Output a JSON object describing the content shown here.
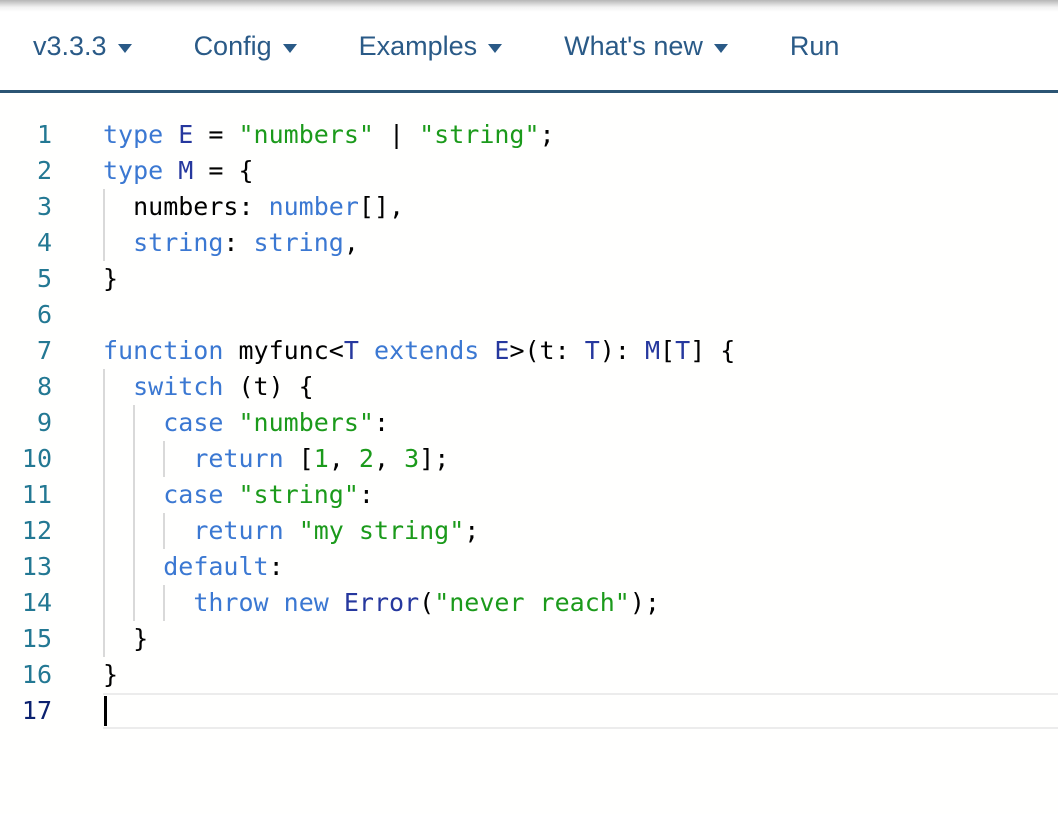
{
  "nav": {
    "items": [
      {
        "label": "v3.3.3",
        "dropdown": true
      },
      {
        "label": "Config",
        "dropdown": true
      },
      {
        "label": "Examples",
        "dropdown": true
      },
      {
        "label": "What's new",
        "dropdown": true
      },
      {
        "label": "Run",
        "dropdown": false
      }
    ]
  },
  "editor": {
    "language": "typescript",
    "cursor_line": 17,
    "lines": [
      {
        "number": "1",
        "guides": [],
        "tokens": [
          {
            "text": "type",
            "style": "keyword"
          },
          {
            "text": " ",
            "style": "plain"
          },
          {
            "text": "E",
            "style": "type"
          },
          {
            "text": " = ",
            "style": "plain"
          },
          {
            "text": "\"numbers\"",
            "style": "literal"
          },
          {
            "text": " | ",
            "style": "plain"
          },
          {
            "text": "\"string\"",
            "style": "literal"
          },
          {
            "text": ";",
            "style": "plain"
          }
        ]
      },
      {
        "number": "2",
        "guides": [],
        "tokens": [
          {
            "text": "type",
            "style": "keyword"
          },
          {
            "text": " ",
            "style": "plain"
          },
          {
            "text": "M",
            "style": "type"
          },
          {
            "text": " = {",
            "style": "plain"
          }
        ]
      },
      {
        "number": "3",
        "guides": [
          0
        ],
        "tokens": [
          {
            "text": "  numbers: ",
            "style": "plain"
          },
          {
            "text": "number",
            "style": "keyword"
          },
          {
            "text": "[],",
            "style": "plain"
          }
        ]
      },
      {
        "number": "4",
        "guides": [
          0
        ],
        "tokens": [
          {
            "text": "  ",
            "style": "plain"
          },
          {
            "text": "string",
            "style": "keyword"
          },
          {
            "text": ": ",
            "style": "plain"
          },
          {
            "text": "string",
            "style": "keyword"
          },
          {
            "text": ",",
            "style": "plain"
          }
        ]
      },
      {
        "number": "5",
        "guides": [],
        "tokens": [
          {
            "text": "}",
            "style": "plain"
          }
        ]
      },
      {
        "number": "6",
        "guides": [],
        "tokens": []
      },
      {
        "number": "7",
        "guides": [],
        "tokens": [
          {
            "text": "function",
            "style": "keyword"
          },
          {
            "text": " myfunc<",
            "style": "plain"
          },
          {
            "text": "T",
            "style": "type"
          },
          {
            "text": " ",
            "style": "plain"
          },
          {
            "text": "extends",
            "style": "keyword"
          },
          {
            "text": " ",
            "style": "plain"
          },
          {
            "text": "E",
            "style": "type"
          },
          {
            "text": ">(t: ",
            "style": "plain"
          },
          {
            "text": "T",
            "style": "type"
          },
          {
            "text": "): ",
            "style": "plain"
          },
          {
            "text": "M",
            "style": "type"
          },
          {
            "text": "[",
            "style": "plain"
          },
          {
            "text": "T",
            "style": "type"
          },
          {
            "text": "] {",
            "style": "plain"
          }
        ]
      },
      {
        "number": "8",
        "guides": [
          0
        ],
        "tokens": [
          {
            "text": "  ",
            "style": "plain"
          },
          {
            "text": "switch",
            "style": "keyword"
          },
          {
            "text": " (t) {",
            "style": "plain"
          }
        ]
      },
      {
        "number": "9",
        "guides": [
          0,
          30
        ],
        "tokens": [
          {
            "text": "    ",
            "style": "plain"
          },
          {
            "text": "case",
            "style": "keyword"
          },
          {
            "text": " ",
            "style": "plain"
          },
          {
            "text": "\"numbers\"",
            "style": "literal"
          },
          {
            "text": ":",
            "style": "plain"
          }
        ]
      },
      {
        "number": "10",
        "guides": [
          0,
          30,
          60
        ],
        "tokens": [
          {
            "text": "      ",
            "style": "plain"
          },
          {
            "text": "return",
            "style": "keyword"
          },
          {
            "text": " [",
            "style": "plain"
          },
          {
            "text": "1",
            "style": "literal"
          },
          {
            "text": ", ",
            "style": "plain"
          },
          {
            "text": "2",
            "style": "literal"
          },
          {
            "text": ", ",
            "style": "plain"
          },
          {
            "text": "3",
            "style": "literal"
          },
          {
            "text": "];",
            "style": "plain"
          }
        ]
      },
      {
        "number": "11",
        "guides": [
          0,
          30
        ],
        "tokens": [
          {
            "text": "    ",
            "style": "plain"
          },
          {
            "text": "case",
            "style": "keyword"
          },
          {
            "text": " ",
            "style": "plain"
          },
          {
            "text": "\"string\"",
            "style": "literal"
          },
          {
            "text": ":",
            "style": "plain"
          }
        ]
      },
      {
        "number": "12",
        "guides": [
          0,
          30,
          60
        ],
        "tokens": [
          {
            "text": "      ",
            "style": "plain"
          },
          {
            "text": "return",
            "style": "keyword"
          },
          {
            "text": " ",
            "style": "plain"
          },
          {
            "text": "\"my string\"",
            "style": "literal"
          },
          {
            "text": ";",
            "style": "plain"
          }
        ]
      },
      {
        "number": "13",
        "guides": [
          0,
          30
        ],
        "tokens": [
          {
            "text": "    ",
            "style": "plain"
          },
          {
            "text": "default",
            "style": "keyword"
          },
          {
            "text": ":",
            "style": "plain"
          }
        ]
      },
      {
        "number": "14",
        "guides": [
          0,
          30,
          60
        ],
        "tokens": [
          {
            "text": "      ",
            "style": "plain"
          },
          {
            "text": "throw",
            "style": "keyword"
          },
          {
            "text": " ",
            "style": "plain"
          },
          {
            "text": "new",
            "style": "keyword"
          },
          {
            "text": " ",
            "style": "plain"
          },
          {
            "text": "Error",
            "style": "type"
          },
          {
            "text": "(",
            "style": "plain"
          },
          {
            "text": "\"never reach\"",
            "style": "literal"
          },
          {
            "text": ");",
            "style": "plain"
          }
        ]
      },
      {
        "number": "15",
        "guides": [
          0
        ],
        "tokens": [
          {
            "text": "  }",
            "style": "plain"
          }
        ]
      },
      {
        "number": "16",
        "guides": [],
        "tokens": [
          {
            "text": "}",
            "style": "plain"
          }
        ]
      },
      {
        "number": "17",
        "guides": [],
        "current": true,
        "cursor": true,
        "tokens": []
      }
    ]
  },
  "colors": {
    "nav_text": "#2a5a87",
    "nav_border": "#2b5574",
    "keyword": "#3b78d2",
    "type_identifier": "#26389e",
    "literal": "#1b9a1b",
    "plain": "#000000",
    "line_number": "#237893",
    "active_line_number": "#0b216f",
    "indent_guide": "#d9d9d9",
    "current_line_border": "#ececec",
    "cursor": "#000000"
  }
}
